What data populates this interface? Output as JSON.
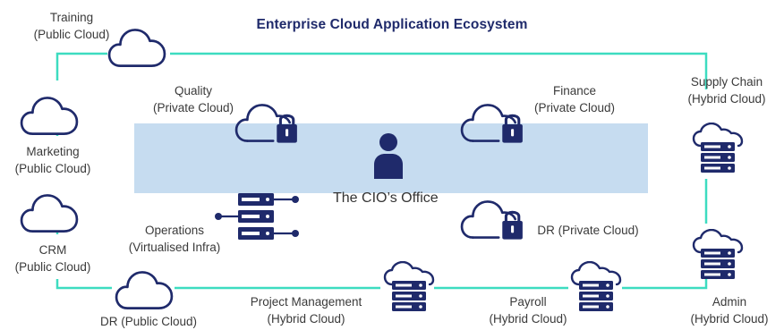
{
  "title": "Enterprise Cloud Application Ecosystem",
  "center_label": "The CIO’s Office",
  "colors": {
    "ring": "#3ddcc0",
    "center_panel": "#c6dcf0",
    "icon_navy": "#1f2a6b"
  },
  "nodes": {
    "training": {
      "line1": "Training",
      "line2": "(Public Cloud)",
      "icon": "cloud-icon"
    },
    "marketing": {
      "line1": "Marketing",
      "line2": "(Public Cloud)",
      "icon": "cloud-icon"
    },
    "crm": {
      "line1": "CRM",
      "line2": "(Public Cloud)",
      "icon": "cloud-icon"
    },
    "dr_public": {
      "line1": "DR (Public Cloud)",
      "icon": "cloud-icon"
    },
    "project_management": {
      "line1": "Project Management",
      "line2": "(Hybrid Cloud)",
      "icon": "cloud-server-icon"
    },
    "payroll": {
      "line1": "Payroll",
      "line2": "(Hybrid Cloud)",
      "icon": "cloud-server-icon"
    },
    "admin": {
      "line1": "Admin",
      "line2": "(Hybrid Cloud)",
      "icon": "cloud-server-icon"
    },
    "supply_chain": {
      "line1": "Supply Chain",
      "line2": "(Hybrid Cloud)",
      "icon": "cloud-server-icon"
    },
    "quality": {
      "line1": "Quality",
      "line2": "(Private Cloud)",
      "icon": "cloud-lock-icon"
    },
    "finance": {
      "line1": "Finance",
      "line2": "(Private Cloud)",
      "icon": "cloud-lock-icon"
    },
    "dr_private": {
      "line1": "DR (Private Cloud)",
      "icon": "cloud-lock-icon"
    },
    "operations": {
      "line1": "Operations",
      "line2": "(Virtualised Infra)",
      "icon": "server-rack-icon"
    }
  }
}
